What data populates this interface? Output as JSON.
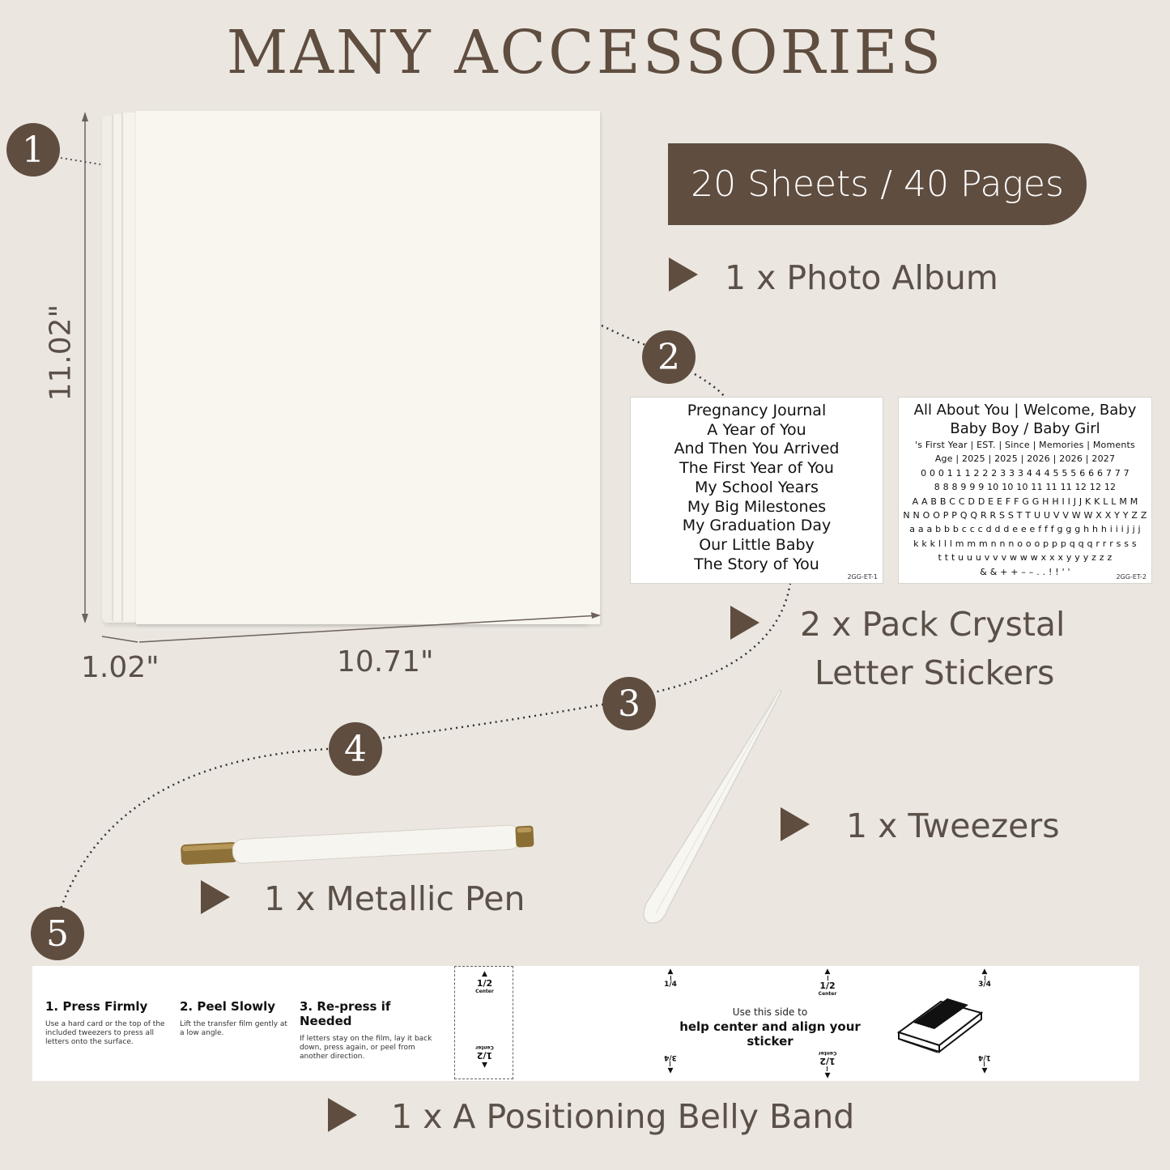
{
  "title": "MANY ACCESSORIES",
  "badge": "20 Sheets / 40 Pages",
  "numbers": [
    "1",
    "2",
    "3",
    "4",
    "5"
  ],
  "album": {
    "height": "11.02\"",
    "width": "10.71\"",
    "depth": "1.02\""
  },
  "items": {
    "photo_album": "1 x Photo Album",
    "stickers_line1": "2 x Pack Crystal",
    "stickers_line2": "Letter Stickers",
    "tweezers": "1 x Tweezers",
    "pen": "1 x Metallic Pen",
    "band": "1 x A Positioning Belly Band"
  },
  "sticker1": {
    "lines": [
      "Pregnancy Journal",
      "A Year of You",
      "And Then You Arrived",
      "The First Year of You",
      "My School Years",
      "My Big Milestones",
      "My Graduation Day",
      "Our Little Baby",
      "The Story of You"
    ],
    "code": "2GG-ET-1"
  },
  "sticker2": {
    "big": [
      "All About You | Welcome, Baby",
      "Baby Boy / Baby Girl"
    ],
    "small": [
      "'s First Year | EST. | Since | Memories | Moments",
      "Age | 2025 | 2025 | 2026 | 2026 | 2027",
      "0 0 0 1 1 1 2 2 2 3 3 3 4 4 4 5 5 5 6 6 6 7 7 7",
      "8 8 8 9 9 9 10 10 10 11 11 11 12 12 12",
      "A A B B C C D D E E F F G G H H I I J J K K L L M M",
      "N N O O P P Q Q R R S S T T U U V V W W X X Y Y Z Z",
      "a a a b b b c c c d d d e e e f f f g g g h h h i i i j j j",
      "k k k l l l m m m n n n o o o p p p q q q r r r s s s",
      "t t t u u u v v v w w w x x x y y y z z z",
      "& & + + – – . . ! ! ' '"
    ],
    "code": "2GG-ET-2"
  },
  "belly_band": {
    "steps": [
      {
        "title": "1. Press Firmly",
        "text": "Use a hard card or the top of the included tweezers to press all letters onto the surface."
      },
      {
        "title": "2. Peel Slowly",
        "text": "Lift the transfer film gently at a low angle."
      },
      {
        "title": "3. Re-press if Needed",
        "text": "If letters stay on the film, lay it back down, press again, or peel from another direction."
      }
    ],
    "center_half": "1/2",
    "center_label": "Center",
    "tick_quarter": "1/4",
    "tick_half": "1/2",
    "tick_three_quarter": "3/4",
    "hint_small": "Use this side to",
    "hint_bold": "help center and align your sticker"
  }
}
